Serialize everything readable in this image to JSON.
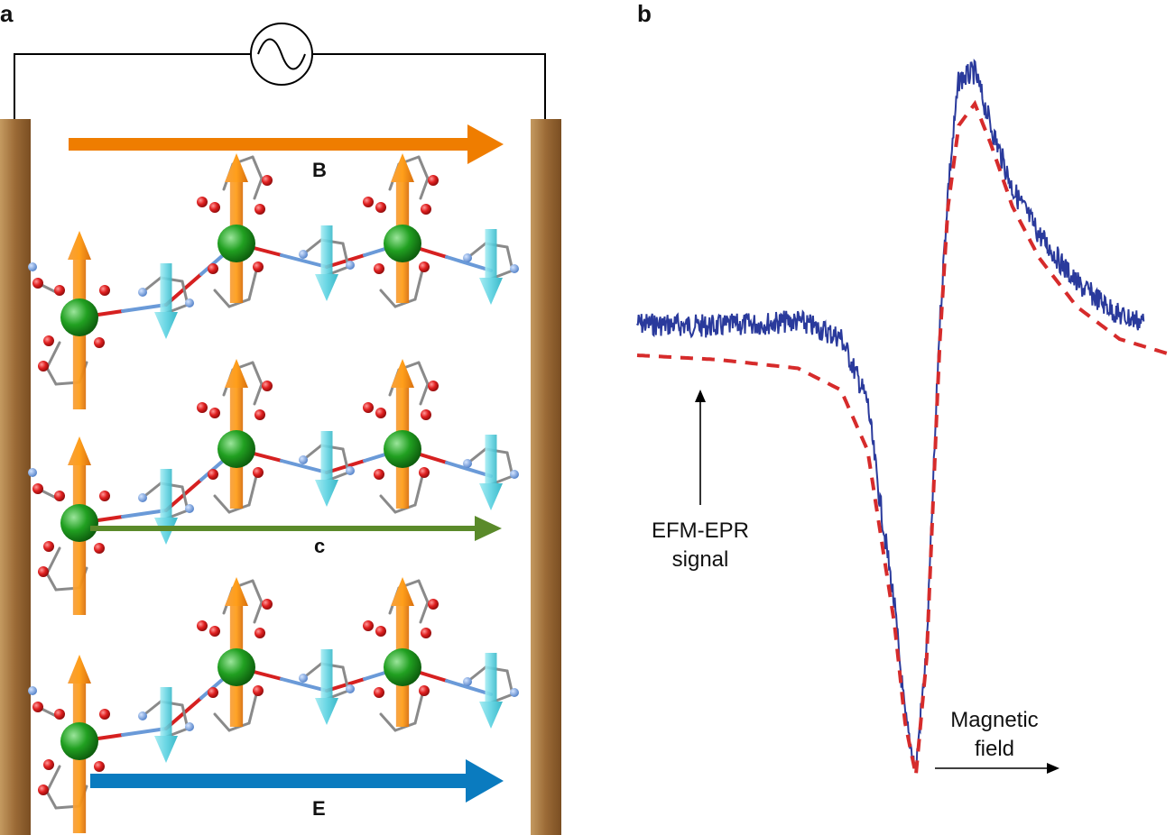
{
  "panel_a": {
    "letter": "a",
    "labels": {
      "B": "B",
      "c": "c",
      "E": "E"
    },
    "colors": {
      "wire": "#000000",
      "electrode": "#8a5a2b",
      "B_arrow": "#ef7d00",
      "c_arrow": "#5a8a2a",
      "E_arrow": "#0a7bbf",
      "metal_atom": "#1a8a1a",
      "oxygen": "#d62020",
      "nitrogen": "#6a9ad8",
      "carbon_bond": "#8a8a8a",
      "spin_up": "#f39020",
      "spin_down": "#60d0e0"
    },
    "chain_count": 3,
    "ac_source_icon": "ac-sine-source"
  },
  "panel_b": {
    "letter": "b",
    "signal_label_line1": "EFM-EPR",
    "signal_label_line2": "signal",
    "field_label_line1": "Magnetic",
    "field_label_line2": "field",
    "colors": {
      "data": "#2a3a9c",
      "fit": "#d62b2b"
    },
    "legend": "none",
    "axes_visible": false
  },
  "chart_data": {
    "type": "line",
    "title": "",
    "xlabel": "Magnetic field",
    "ylabel": "EFM-EPR signal",
    "x_units": "arbitrary",
    "y_units": "arbitrary",
    "series": [
      {
        "style": "noisy solid line",
        "x": [
          0.0,
          0.15,
          0.3,
          0.38,
          0.43,
          0.45,
          0.48,
          0.5,
          0.52,
          0.54,
          0.56,
          0.58,
          0.6,
          0.63,
          0.66,
          0.7,
          0.75,
          0.82,
          0.9,
          1.0
        ],
        "y": [
          0.05,
          0.04,
          0.06,
          0.0,
          -0.15,
          -0.35,
          -0.62,
          -0.88,
          -1.0,
          -0.72,
          -0.1,
          0.55,
          0.95,
          0.98,
          0.78,
          0.55,
          0.38,
          0.2,
          0.08,
          0.03
        ]
      },
      {
        "style": "dashed fit",
        "x": [
          0.0,
          0.15,
          0.3,
          0.38,
          0.43,
          0.45,
          0.48,
          0.5,
          0.52,
          0.54,
          0.56,
          0.58,
          0.6,
          0.63,
          0.66,
          0.7,
          0.75,
          0.82,
          0.9,
          1.0
        ],
        "y": [
          0.0,
          -0.01,
          -0.03,
          -0.08,
          -0.22,
          -0.38,
          -0.62,
          -0.85,
          -0.97,
          -0.7,
          -0.1,
          0.55,
          0.85,
          0.93,
          0.78,
          0.55,
          0.36,
          0.18,
          0.06,
          0.0
        ]
      }
    ]
  }
}
